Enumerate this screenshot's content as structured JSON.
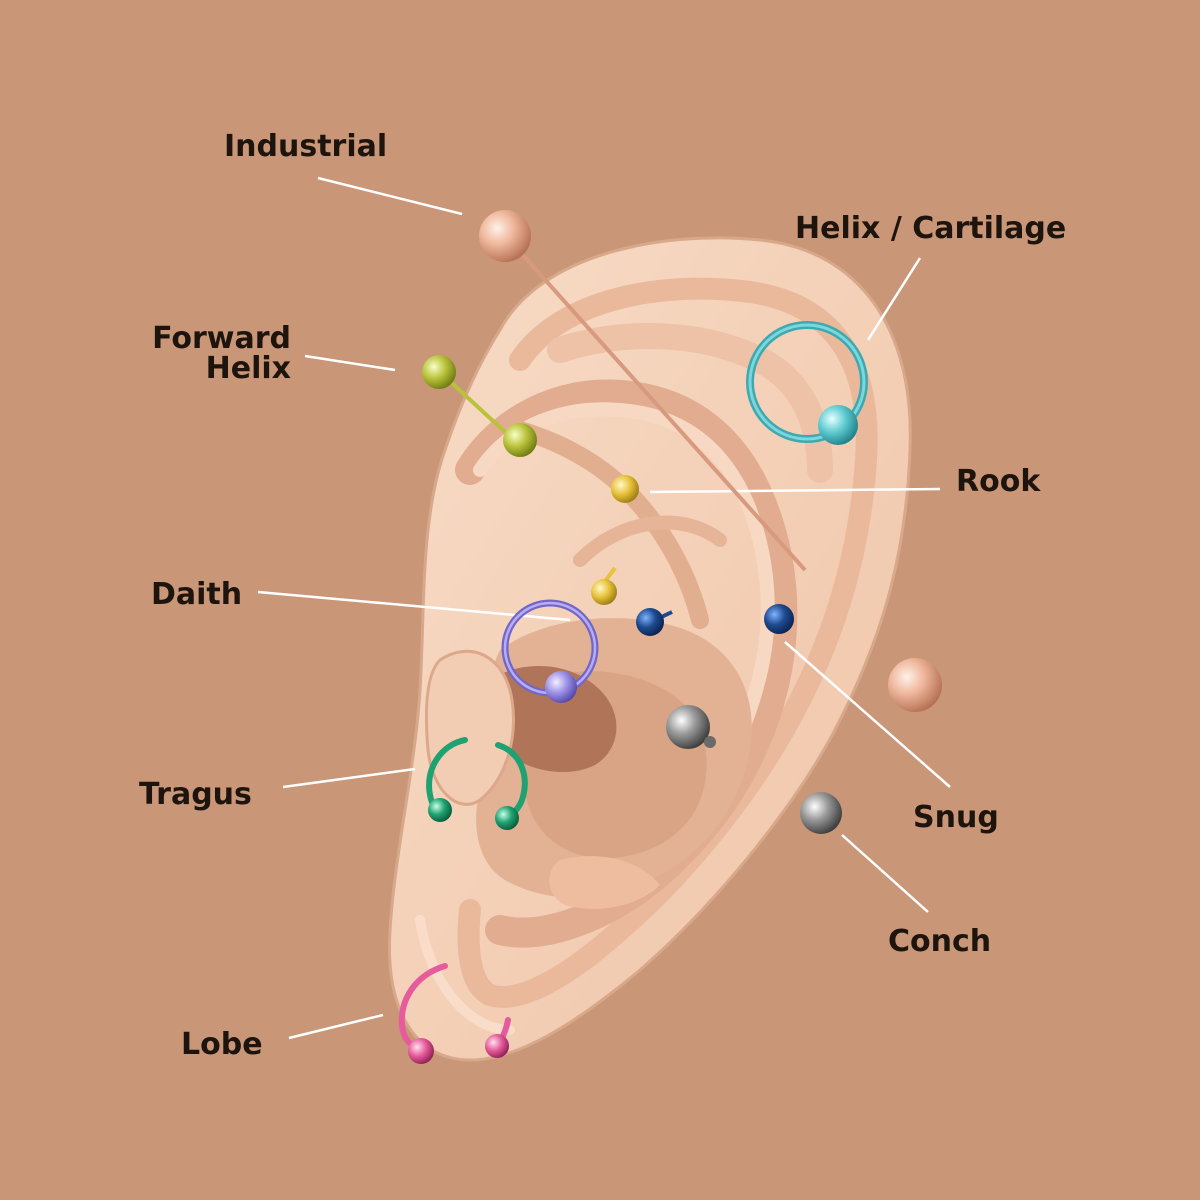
{
  "colors": {
    "background": "#c99677",
    "skin_light": "#f6d8c2",
    "skin_mid": "#f0c9ae",
    "skin_shadow": "#d9a98a",
    "skin_deep": "#b9826a",
    "leader_line": "#ffffff",
    "label_text": "#1e140e",
    "rose_gold": "#e5a98e",
    "teal": "#5cc9cf",
    "gold": "#e7c23a",
    "green_gold": "#b9c23a",
    "navy": "#1e4a8f",
    "violet": "#9c8fe6",
    "silver": "#8d8d8d",
    "green": "#1fa271",
    "pink": "#e65b9b"
  },
  "labels": {
    "industrial": "Industrial",
    "helix_cartilage": "Helix / Cartilage",
    "forward_helix": [
      "Forward",
      "Helix"
    ],
    "rook": "Rook",
    "daith": "Daith",
    "tragus": "Tragus",
    "snug": "Snug",
    "conch": "Conch",
    "lobe": "Lobe"
  }
}
